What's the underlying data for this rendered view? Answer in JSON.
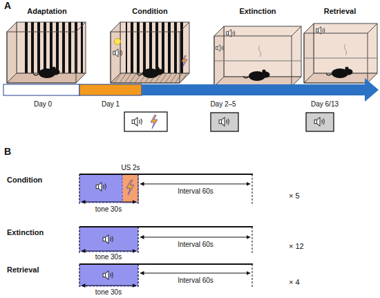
{
  "diagram": {
    "nodes": [
      {
        "text": [
          "Adaptation"
        ]
      },
      {
        "text": [
          "Condition"
        ]
      },
      {
        "text": [
          "Extinction"
        ]
      },
      {
        "text": [
          "Retrieval"
        ]
      }
    ],
    "labels": [
      "A",
      "B",
      "Day 0",
      "Day 1",
      "Day 2–5",
      "Day 6/13",
      "Condition",
      "US 2s",
      "tone 30s",
      "Interval 60s",
      "× 5",
      "Extinction",
      "tone 30s",
      "Interval 60s",
      "× 12",
      "Retrieval",
      "tone 30s",
      "Interval 60s",
      "× 4"
    ]
  }
}
